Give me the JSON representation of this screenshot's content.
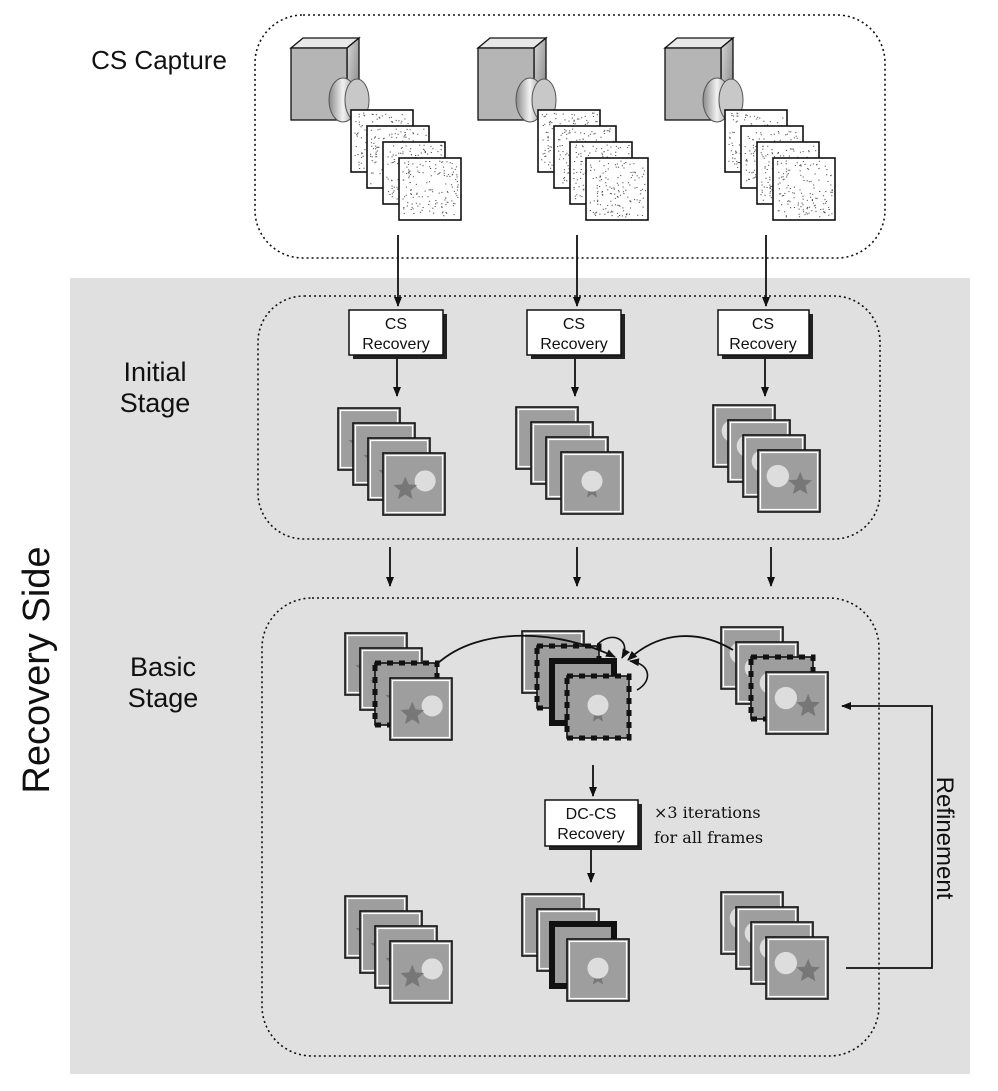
{
  "capture": {
    "title": "CS Capture"
  },
  "recovery_side": {
    "title": "Recovery Side"
  },
  "initial_stage": {
    "title_line1": "Initial",
    "title_line2": "Stage",
    "recovery_box_line1": "CS",
    "recovery_box_line2": "Recovery"
  },
  "basic_stage": {
    "title_line1": "Basic",
    "title_line2": "Stage",
    "dccs_line1": "DC-CS",
    "dccs_line2": "Recovery",
    "iter_note_line1": "×3 iterations",
    "iter_note_line2": "for all frames"
  },
  "refinement": {
    "label": "Refinement"
  },
  "colors": {
    "background": "#ffffff",
    "recovery_panel": "#e0e0e0",
    "frame_fill": "#9e9e9e",
    "frame_stroke": "#111111",
    "circle_fill": "#dddddd",
    "star_fill": "#777777"
  },
  "icons": [
    "camera-icon",
    "measurement-frame-icon",
    "recovered-frame-icon",
    "star-shape",
    "circle-shape"
  ]
}
